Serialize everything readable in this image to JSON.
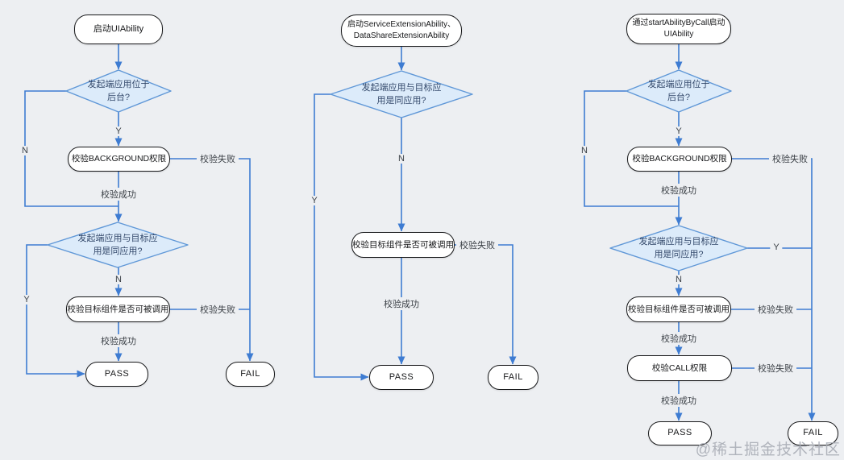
{
  "watermark": "@稀土掘金技术社区",
  "labels": {
    "yes": "Y",
    "no": "N",
    "ok": "校验成功",
    "ko": "校验失败",
    "pass": "PASS",
    "fail": "FAIL"
  },
  "chart1": {
    "start": "启动UIAbility",
    "d1_line1": "发起端应用位于",
    "d1_line2": "后台?",
    "p1": "校验BACKGROUND权限",
    "d2_line1": "发起端应用与目标应",
    "d2_line2": "用是同应用?",
    "p2": "校验目标组件是否可被调用"
  },
  "chart2": {
    "start_line1": "启动ServiceExtensionAbility、",
    "start_line2": "DataShareExtensionAbility",
    "d1_line1": "发起端应用与目标应",
    "d1_line2": "用是同应用?",
    "p1": "校验目标组件是否可被调用"
  },
  "chart3": {
    "start_line1": "通过startAbilityByCall启动",
    "start_line2": "UIAbility",
    "d1_line1": "发起端应用位于",
    "d1_line2": "后台?",
    "p1": "校验BACKGROUND权限",
    "d2_line1": "发起端应用与目标应",
    "d2_line2": "用是同应用?",
    "p2": "校验目标组件是否可被调用",
    "p3": "校验CALL权限"
  },
  "colors": {
    "background": "#edeff2",
    "edge": "#3e7cd2",
    "diamond_fill": "#dcebfa",
    "diamond_stroke": "#5f97d7",
    "node_border": "#17181a",
    "node_fill": "#ffffff"
  }
}
